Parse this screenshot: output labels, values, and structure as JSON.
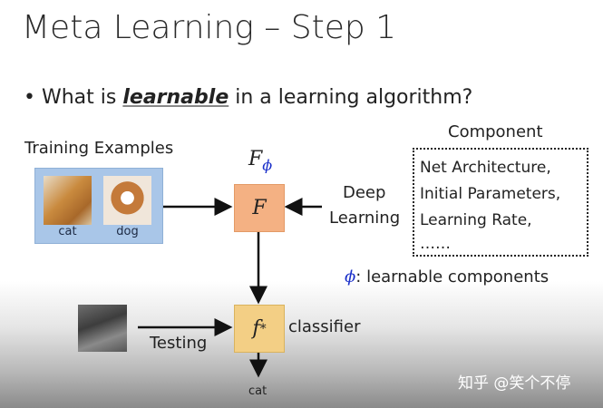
{
  "title": "Meta Learning – Step 1",
  "bullet": {
    "prefix": "What is ",
    "emphasis": "learnable",
    "suffix": " in a learning algorithm?"
  },
  "training": {
    "label": "Training Examples",
    "items": [
      "cat",
      "dog"
    ]
  },
  "f_label": {
    "main": "F",
    "sub": "ϕ"
  },
  "f_box": "F",
  "deep_learning": [
    "Deep",
    "Learning"
  ],
  "component": {
    "heading": "Component",
    "items": [
      "Net Architecture,",
      "Initial Parameters,",
      "Learning Rate,",
      "……"
    ]
  },
  "phi_note": {
    "symbol": "ϕ",
    "text": ": learnable components"
  },
  "testing": "Testing",
  "classifier": {
    "symbol": "f",
    "sup": "*",
    "label": "classifier"
  },
  "output": "cat",
  "watermark": "知乎 @笑个不停",
  "colors": {
    "training_box": "#a9c6e8",
    "f_box": "#f4b183",
    "classifier_box": "#f3cf85",
    "phi": "#1a2fc9"
  }
}
